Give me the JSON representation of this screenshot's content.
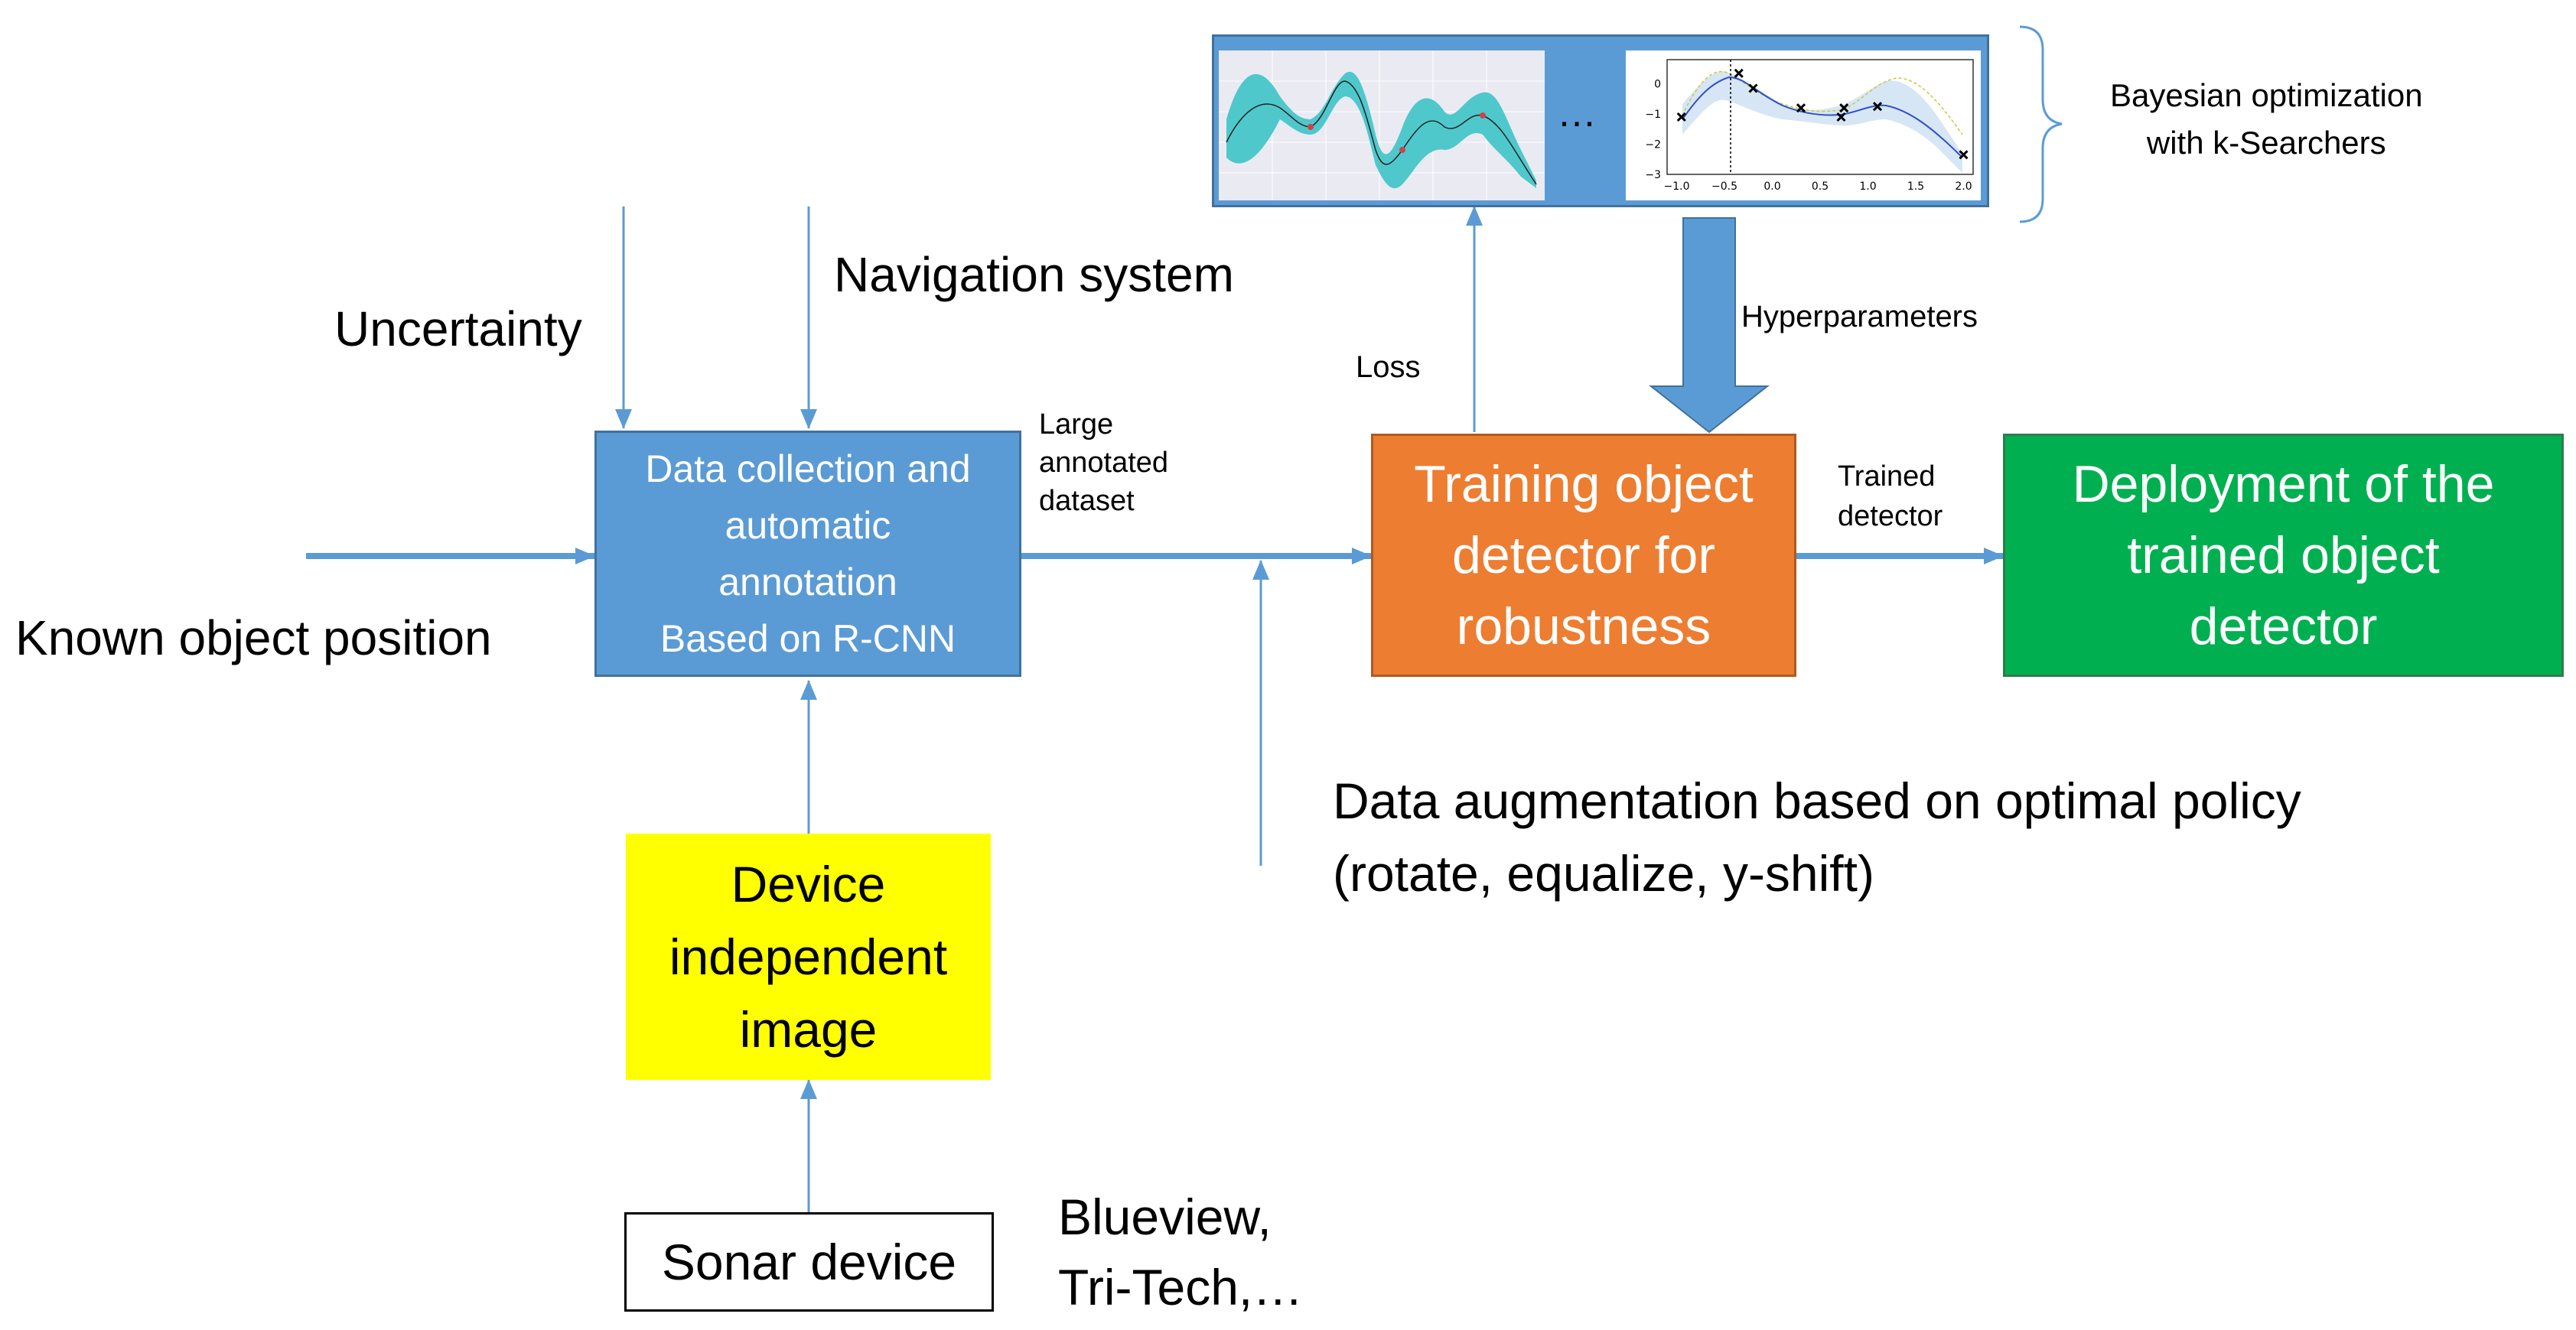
{
  "colors": {
    "arrow_blue": "#5B9BD5",
    "box_blue": "#5B9BD5",
    "box_blue_border": "#41719C",
    "box_orange": "#ED7D31",
    "box_orange_border": "#AE5A21",
    "box_green": "#00B050",
    "box_yellow": "#FFFF00",
    "plot_teal": "#4FC8CC",
    "plot_band": "#D6E6F5"
  },
  "nodes": {
    "data_collection": [
      "Data collection and",
      "automatic",
      "annotation",
      "Based on R-CNN"
    ],
    "training": [
      "Training object",
      "detector for",
      "robustness"
    ],
    "deployment": [
      "Deployment of the",
      "trained object",
      "detector"
    ],
    "device_independent": [
      "Device",
      "independent",
      "image"
    ],
    "sonar": [
      "Sonar device"
    ]
  },
  "labels": {
    "uncertainty": "Uncertainty",
    "navigation": "Navigation system",
    "known_position": "Known object position",
    "large_dataset": [
      "Large",
      "annotated",
      "dataset"
    ],
    "loss": "Loss",
    "hyperparameters": "Hyperparameters",
    "trained_detector": [
      "Trained",
      "detector"
    ],
    "augmentation": [
      "Data augmentation based on optimal policy",
      "(rotate, equalize, y-shift)"
    ],
    "bayesian": [
      "Bayesian optimization",
      "with k-Searchers"
    ],
    "devices": [
      "Blueview,",
      "Tri-Tech,…"
    ],
    "ellipsis": "…"
  },
  "plot_right": {
    "y_ticks": [
      "0",
      "−1",
      "−2",
      "−3"
    ],
    "x_ticks": [
      "−1.0",
      "−0.5",
      "0.0",
      "0.5",
      "1.0",
      "1.5",
      "2.0"
    ],
    "observations_x": [
      -0.95,
      -0.35,
      -0.2,
      0.3,
      0.72,
      0.75,
      1.1,
      2.0
    ],
    "observations_y": [
      -1.1,
      0.35,
      -0.15,
      -0.8,
      -1.1,
      -0.8,
      -0.75,
      -2.35
    ]
  }
}
